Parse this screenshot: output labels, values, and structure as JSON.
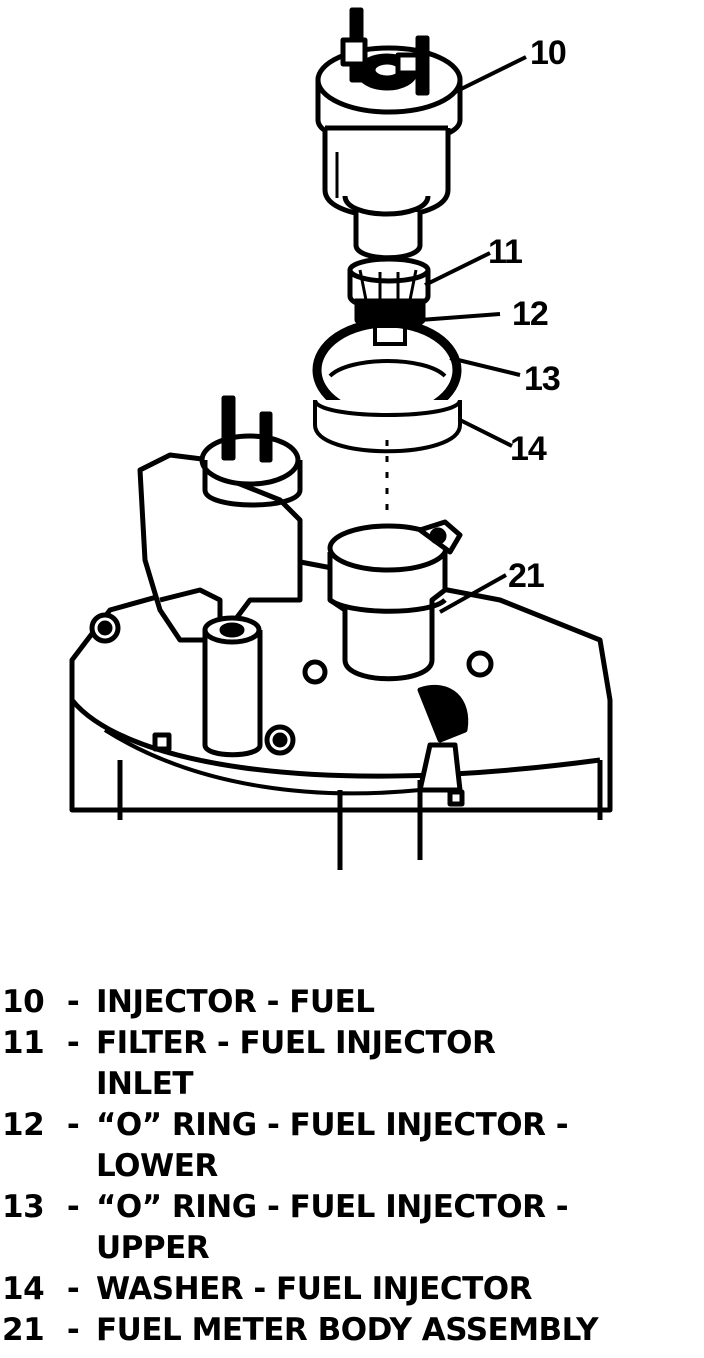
{
  "callouts": [
    {
      "id": "10",
      "label": "10"
    },
    {
      "id": "11",
      "label": "11"
    },
    {
      "id": "12",
      "label": "12"
    },
    {
      "id": "13",
      "label": "13"
    },
    {
      "id": "14",
      "label": "14"
    },
    {
      "id": "21",
      "label": "21"
    }
  ],
  "legend": [
    {
      "num": "10",
      "sep": "-",
      "lines": [
        "INJECTOR - FUEL"
      ]
    },
    {
      "num": "11",
      "sep": "-",
      "lines": [
        "FILTER - FUEL INJECTOR",
        "INLET"
      ]
    },
    {
      "num": "12",
      "sep": "-",
      "lines": [
        "“O” RING - FUEL INJECTOR -",
        "LOWER"
      ]
    },
    {
      "num": "13",
      "sep": "-",
      "lines": [
        "“O” RING - FUEL INJECTOR -",
        "UPPER"
      ]
    },
    {
      "num": "14",
      "sep": "-",
      "lines": [
        "WASHER - FUEL INJECTOR"
      ]
    },
    {
      "num": "21",
      "sep": "-",
      "lines": [
        "FUEL METER BODY ASSEMBLY"
      ]
    }
  ]
}
